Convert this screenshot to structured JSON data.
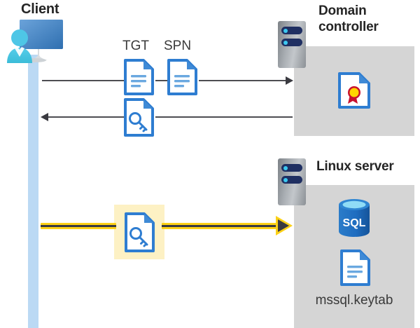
{
  "diagram": {
    "title": "Kerberos authentication flow between client, domain controller, and Linux server",
    "background_color": "#ffffff",
    "accent_colors": {
      "lifeline_blue": "#bbd9f4",
      "panel_gray": "#d5d5d5",
      "highlight_yellow": "#fdf1c4",
      "arrow_yellow": "#fcd116",
      "arrow_dark": "#3a3a40",
      "doc_blue": "#2e7dd1",
      "sql_blue": "#1f6dc0",
      "seal_red": "#c8102e",
      "seal_gold": "#ffd500",
      "rack_navy": "#1f2f62",
      "rack_led": "#3cc8f0"
    }
  },
  "actors": {
    "client": {
      "label": "Client",
      "icon": "user-computer-icon"
    },
    "domain_controller": {
      "label": "Domain\ncontroller",
      "icon": "server-rack-icon",
      "contents": [
        {
          "name": "certificate-document-icon",
          "label": ""
        }
      ]
    },
    "linux_server": {
      "label": "Linux server",
      "icon": "server-rack-icon",
      "contents": [
        {
          "name": "sql-database-icon",
          "label": "SQL"
        },
        {
          "name": "keytab-document-icon",
          "label": "mssql.keytab"
        }
      ]
    }
  },
  "messages": [
    {
      "id": "request",
      "direction": "right",
      "from": "client",
      "to": "domain_controller",
      "documents": [
        {
          "label": "TGT",
          "icon": "document-lines-icon"
        },
        {
          "label": "SPN",
          "icon": "document-lines-icon"
        }
      ],
      "style": "gray"
    },
    {
      "id": "response",
      "direction": "left",
      "from": "domain_controller",
      "to": "client",
      "documents": [
        {
          "label": "",
          "icon": "document-key-icon"
        }
      ],
      "style": "gray"
    },
    {
      "id": "service-ticket",
      "direction": "right",
      "from": "client",
      "to": "linux_server",
      "documents": [
        {
          "label": "",
          "icon": "document-key-icon"
        }
      ],
      "style": "yellow-highlighted"
    }
  ],
  "labels": {
    "tgt": "TGT",
    "spn": "SPN",
    "sql": "SQL",
    "keytab_file": "mssql.keytab"
  }
}
